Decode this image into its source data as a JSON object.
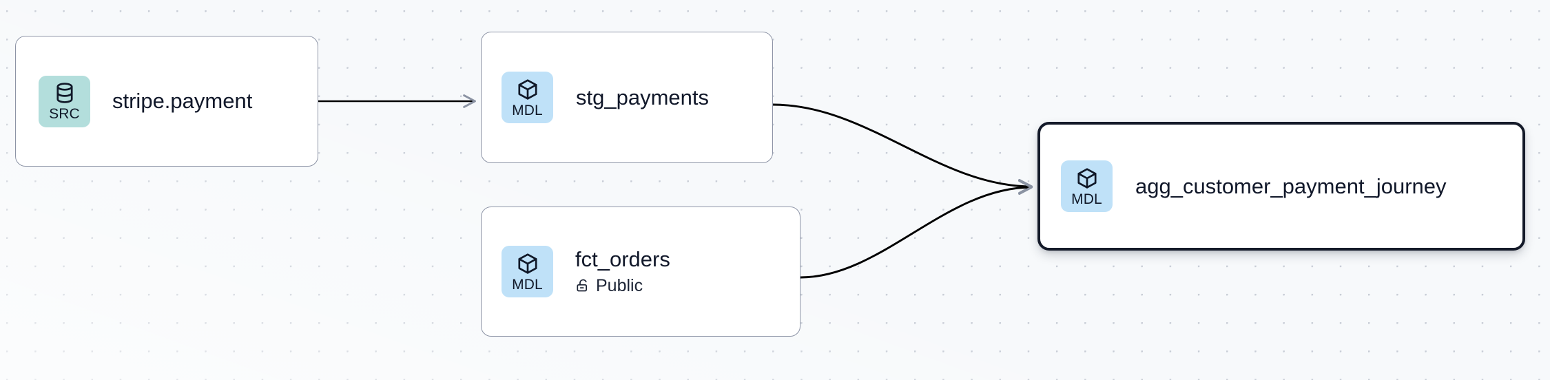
{
  "canvas": {
    "background_color": "#f7f9fb",
    "dot_grid_color": "#c8cdd6",
    "edge_color": "#000000",
    "arrow_color": "#8b93a3"
  },
  "graph": {
    "type": "lineage-dag",
    "nodes": [
      {
        "id": "stripe-payment",
        "title": "stripe.payment",
        "badge_label": "SRC",
        "badge_icon": "database-icon",
        "badge_color": "#b3dedc",
        "selected": false,
        "subtitle": null,
        "subtitle_icon": null
      },
      {
        "id": "stg-payments",
        "title": "stg_payments",
        "badge_label": "MDL",
        "badge_icon": "cube-icon",
        "badge_color": "#bfe1f8",
        "selected": false,
        "subtitle": null,
        "subtitle_icon": null
      },
      {
        "id": "fct-orders",
        "title": "fct_orders",
        "badge_label": "MDL",
        "badge_icon": "cube-icon",
        "badge_color": "#bfe1f8",
        "selected": false,
        "subtitle": "Public",
        "subtitle_icon": "unlock-icon"
      },
      {
        "id": "agg-customer-payment-journey",
        "title": "agg_customer_payment_journey",
        "badge_label": "MDL",
        "badge_icon": "cube-icon",
        "badge_color": "#bfe1f8",
        "selected": true,
        "subtitle": null,
        "subtitle_icon": null
      }
    ],
    "edges": [
      {
        "id": "e1",
        "from": "stripe-payment",
        "to": "stg-payments",
        "style": "straight"
      },
      {
        "id": "e2",
        "from": "stg-payments",
        "to": "agg-customer-payment-journey",
        "style": "bezier"
      },
      {
        "id": "e3",
        "from": "fct-orders",
        "to": "agg-customer-payment-journey",
        "style": "bezier"
      }
    ]
  }
}
